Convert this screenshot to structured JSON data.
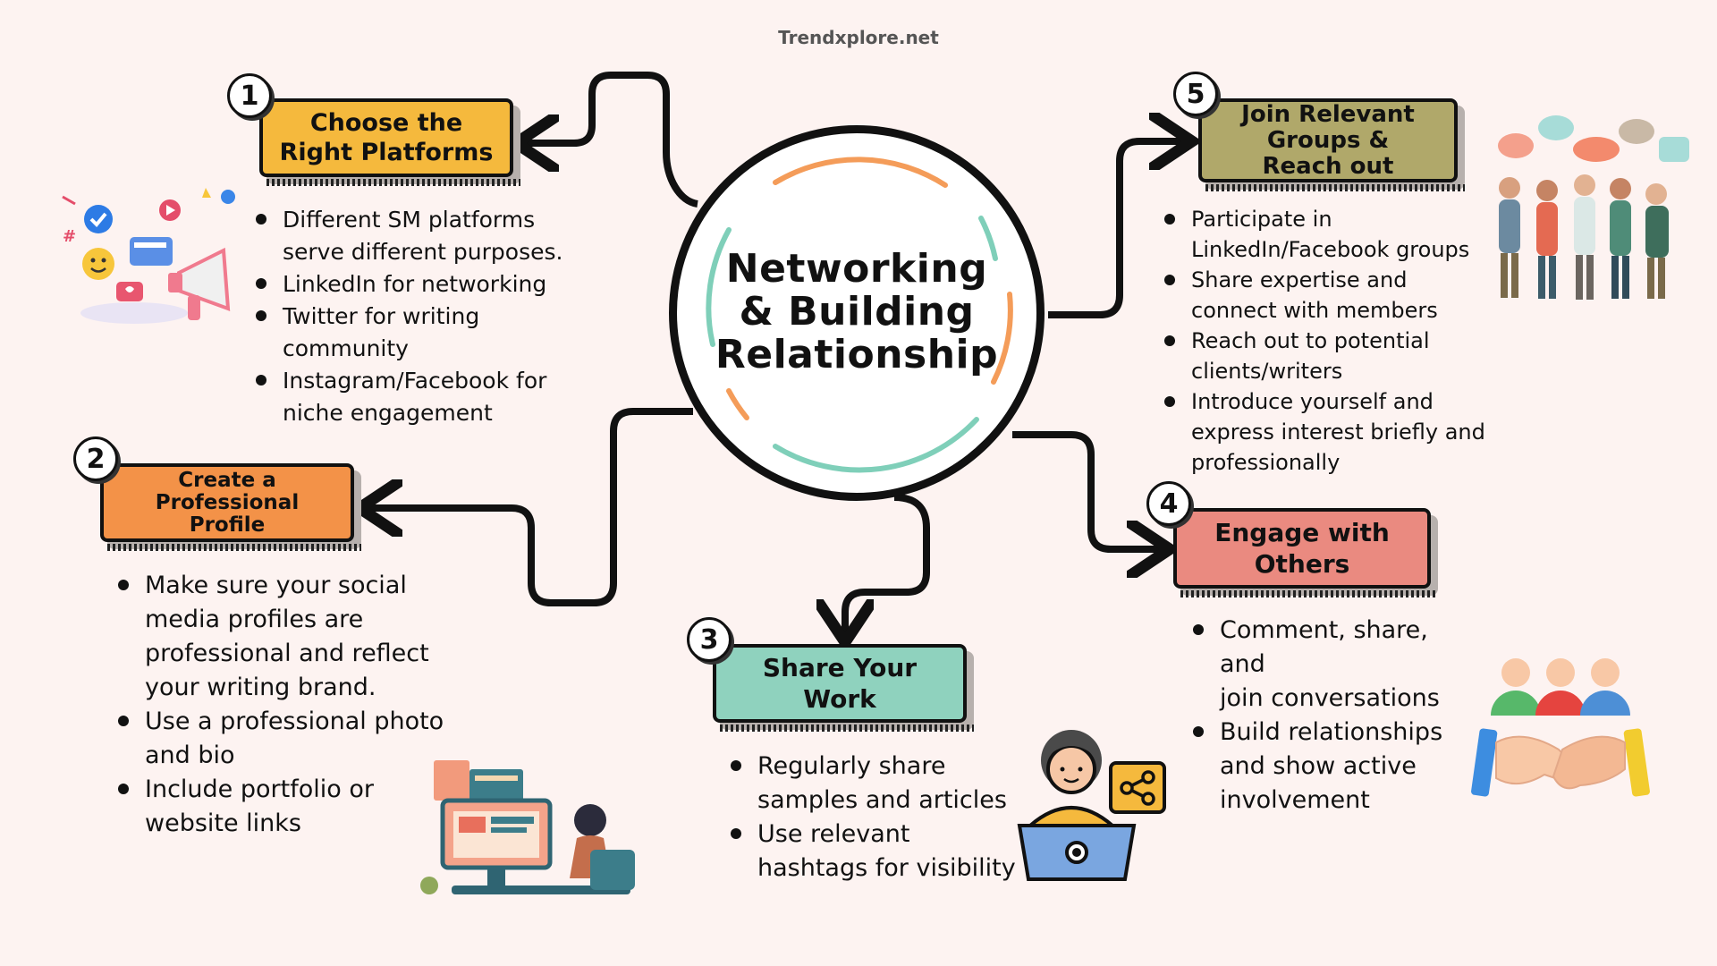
{
  "source": "Trendxplore.net",
  "hub": {
    "title_lines": [
      "Networking",
      "& Building",
      "Relationship"
    ]
  },
  "colors": {
    "step1": "#f5b93d",
    "step2": "#f39248",
    "step3": "#8fd2be",
    "step4": "#ea8a80",
    "step5": "#b0a86a",
    "ring_orange": "#f49c59",
    "ring_teal": "#7fcfb9"
  },
  "steps": [
    {
      "number": "1",
      "title_lines": [
        "Choose the",
        "Right Platforms"
      ],
      "bullets": [
        [
          "Different SM platforms",
          "serve different purposes."
        ],
        [
          "LinkedIn for networking"
        ],
        [
          "Twitter for writing",
          "community"
        ],
        [
          "Instagram/Facebook for",
          "niche engagement"
        ]
      ],
      "icon": "social-media-megaphone-icon"
    },
    {
      "number": "2",
      "title_lines": [
        "Create a",
        "Professional",
        "Profile"
      ],
      "bullets": [
        [
          "Make sure your social",
          "media profiles are",
          "professional and reflect",
          "your writing brand."
        ],
        [
          "Use a professional photo",
          "and bio"
        ],
        [
          "Include portfolio or",
          "website links"
        ]
      ],
      "icon": "woman-at-computer-icon"
    },
    {
      "number": "3",
      "title_lines": [
        "Share Your",
        "Work"
      ],
      "bullets": [
        [
          "Regularly share",
          "samples and articles"
        ],
        [
          "Use relevant",
          "hashtags for visibility"
        ]
      ],
      "icon": "person-laptop-share-icon"
    },
    {
      "number": "4",
      "title_lines": [
        "Engage with",
        "Others"
      ],
      "bullets": [
        [
          "Comment, share, and",
          "join conversations"
        ],
        [
          "Build relationships",
          "and show active",
          "involvement"
        ]
      ],
      "icon": "handshake-team-icon"
    },
    {
      "number": "5",
      "title_lines": [
        "Join Relevant",
        "Groups &",
        "Reach out"
      ],
      "bullets": [
        [
          "Participate in",
          "LinkedIn/Facebook groups"
        ],
        [
          "Share expertise and",
          "connect with members"
        ],
        [
          "Reach out to potential",
          "clients/writers"
        ],
        [
          "Introduce yourself and",
          "express interest briefly and",
          "professionally"
        ]
      ],
      "icon": "group-chat-people-icon"
    }
  ]
}
